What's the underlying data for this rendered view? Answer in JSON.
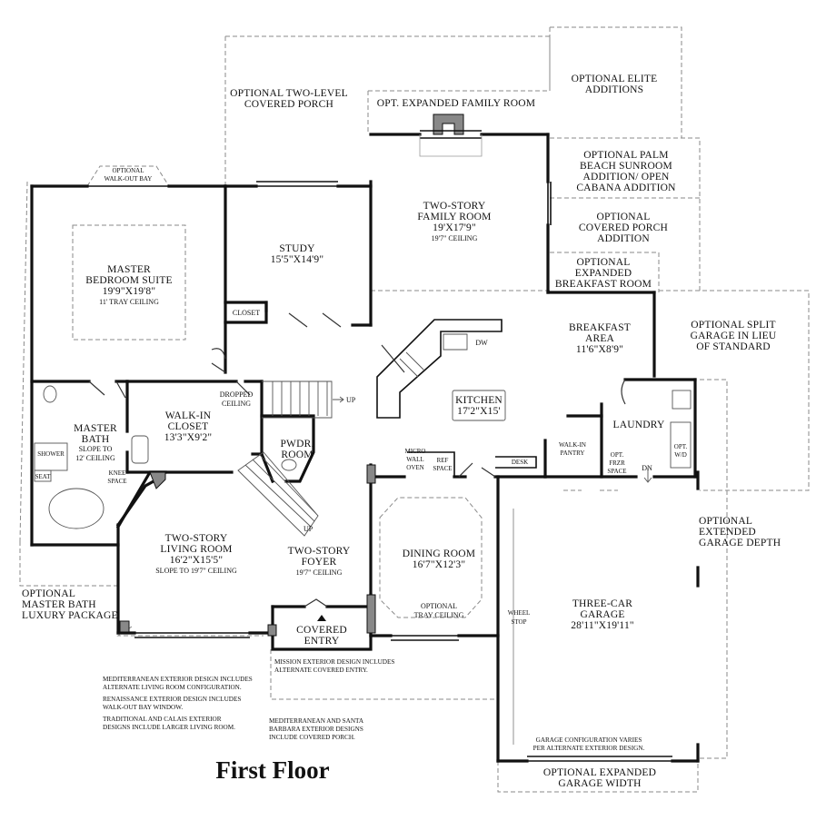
{
  "title": "First Floor",
  "rooms": {
    "master_bedroom": {
      "name": [
        "MASTER",
        "BEDROOM SUITE"
      ],
      "dims": "19'9\"X19'8\"",
      "ceiling": "11' TRAY CEILING"
    },
    "study": {
      "name": "STUDY",
      "dims": "15'5\"X14'9\""
    },
    "family_room": {
      "name": [
        "TWO-STORY",
        "FAMILY ROOM"
      ],
      "dims": "19'X17'9\"",
      "ceiling": "19'7\" CEILING"
    },
    "breakfast": {
      "name": [
        "BREAKFAST",
        "AREA"
      ],
      "dims": "11'6\"X8'9\""
    },
    "kitchen": {
      "name": "KITCHEN",
      "dims": "17'2\"X15'"
    },
    "walk_in_closet": {
      "name": [
        "WALK-IN",
        "CLOSET"
      ],
      "dims": "13'3\"X9'2\""
    },
    "master_bath": {
      "name": [
        "MASTER",
        "BATH"
      ],
      "ceiling": [
        "SLOPE TO",
        "12' CEILING"
      ]
    },
    "living_room": {
      "name": [
        "TWO-STORY",
        "LIVING ROOM"
      ],
      "dims": "16'2\"X15'5\"",
      "ceiling": "SLOPE TO 19'7\" CEILING"
    },
    "foyer": {
      "name": [
        "TWO-STORY",
        "FOYER"
      ],
      "ceiling": "19'7\" CEILING"
    },
    "dining": {
      "name": "DINING ROOM",
      "dims": "16'7\"X12'3\"",
      "ceiling": [
        "OPTIONAL",
        "TRAY CEILING"
      ]
    },
    "garage": {
      "name": [
        "THREE-CAR",
        "GARAGE"
      ],
      "dims": "28'11\"X19'11\""
    },
    "laundry": {
      "name": "LAUNDRY"
    },
    "covered_entry": {
      "name": [
        "COVERED",
        "ENTRY"
      ]
    },
    "powder_room": {
      "name": [
        "PWDR.",
        "ROOM"
      ]
    },
    "closet": {
      "name": "CLOSET"
    }
  },
  "small_labels": {
    "dw": "DW",
    "dropped_ceiling": [
      "DROPPED",
      "CEILING"
    ],
    "up1": "UP",
    "up2": "UP",
    "dn": "DN",
    "shower": "SHOWER",
    "seat": "SEAT",
    "knee_space": [
      "KNEE",
      "SPACE"
    ],
    "micro_wall_oven": [
      "MICRO",
      "WALL",
      "OVEN"
    ],
    "ref_space": [
      "REF",
      "SPACE"
    ],
    "desk": "DESK",
    "walk_in_pantry": [
      "WALK-IN",
      "PANTRY"
    ],
    "opt_frzr_space": [
      "OPT.",
      "FRZR",
      "SPACE"
    ],
    "opt_wd": [
      "OPT.",
      "W/D"
    ],
    "wheel_stop": [
      "WHEEL",
      "STOP"
    ],
    "walk_out_bay": [
      "OPTIONAL",
      "WALK-OUT BAY"
    ]
  },
  "options": {
    "two_level_porch": [
      "OPTIONAL TWO-LEVEL",
      "COVERED PORCH"
    ],
    "expanded_family": "OPT. EXPANDED FAMILY ROOM",
    "elite": [
      "OPTIONAL ELITE",
      "ADDITIONS"
    ],
    "palm_beach": [
      "OPTIONAL PALM",
      "BEACH SUNROOM",
      "ADDITION/ OPEN",
      "CABANA ADDITION"
    ],
    "covered_porch": [
      "OPTIONAL",
      "COVERED PORCH",
      "ADDITION"
    ],
    "expanded_breakfast": [
      "OPTIONAL",
      "EXPANDED",
      "BREAKFAST ROOM"
    ],
    "split_garage": [
      "OPTIONAL SPLIT",
      "GARAGE IN LIEU",
      "OF STANDARD"
    ],
    "extended_garage": [
      "OPTIONAL",
      "EXTENDED",
      "GARAGE DEPTH"
    ],
    "master_bath_luxury": [
      "OPTIONAL",
      "MASTER BATH",
      "LUXURY PACKAGE"
    ],
    "expanded_garage_width": [
      "OPTIONAL EXPANDED",
      "GARAGE WIDTH"
    ]
  },
  "notes": {
    "mediterranean_living": [
      "MEDITERRANEAN EXTERIOR DESIGN INCLUDES",
      "ALTERNATE LIVING ROOM CONFIGURATION."
    ],
    "renaissance": [
      "RENAISSANCE EXTERIOR DESIGN INCLUDES",
      "WALK-OUT BAY WINDOW."
    ],
    "traditional": [
      "TRADITIONAL AND CALAIS EXTERIOR",
      "DESIGNS INCLUDE LARGER LIVING ROOM."
    ],
    "mission": [
      "MISSION EXTERIOR DESIGN INCLUDES",
      "ALTERNATE COVERED ENTRY."
    ],
    "mediterranean_santa": [
      "MEDITERRANEAN AND SANTA",
      "BARBARA EXTERIOR DESIGNS",
      "INCLUDE COVERED PORCH."
    ],
    "garage_config": [
      "GARAGE CONFIGURATION VARIES",
      "PER ALTERNATE EXTERIOR DESIGN."
    ]
  }
}
